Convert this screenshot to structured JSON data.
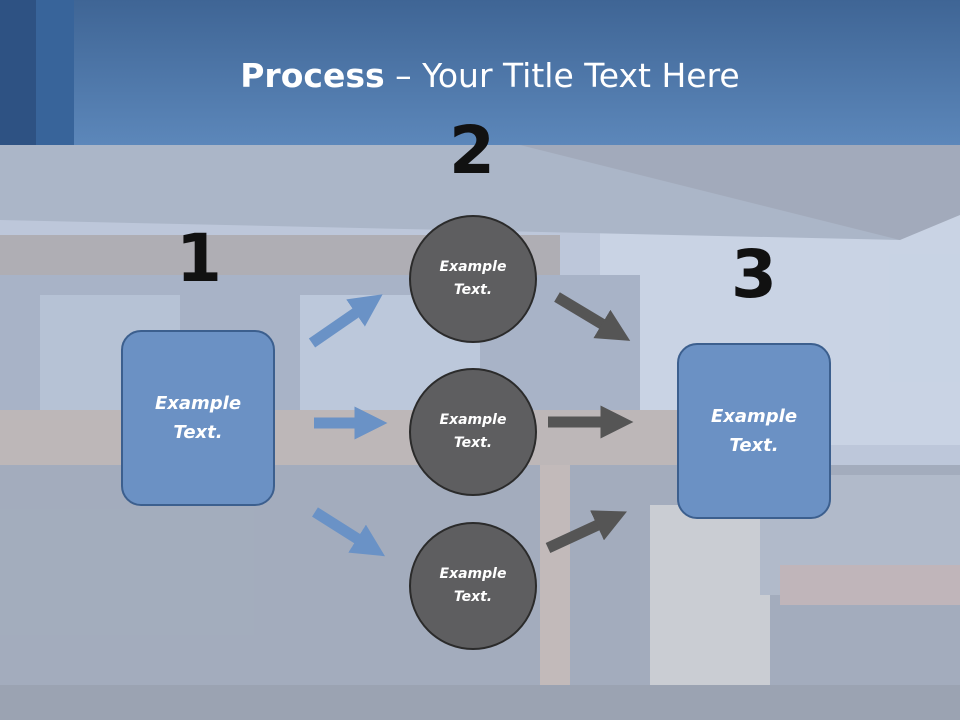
{
  "title": {
    "bold": "Process",
    "rest": " – Your Title Text Here"
  },
  "steps": {
    "one": "1",
    "two": "2",
    "three": "3"
  },
  "left_box": {
    "line1": "Example",
    "line2": "Text."
  },
  "circles": [
    {
      "line1": "Example",
      "line2": "Text."
    },
    {
      "line1": "Example",
      "line2": "Text."
    },
    {
      "line1": "Example",
      "line2": "Text."
    }
  ],
  "right_box": {
    "line1": "Example",
    "line2": "Text."
  },
  "colors": {
    "header": "#4f77aa",
    "box_fill": "#6b91c4",
    "circle_fill": "#5e5e60",
    "blue_arrow": "#6a92c6",
    "gray_arrow": "#555555"
  }
}
